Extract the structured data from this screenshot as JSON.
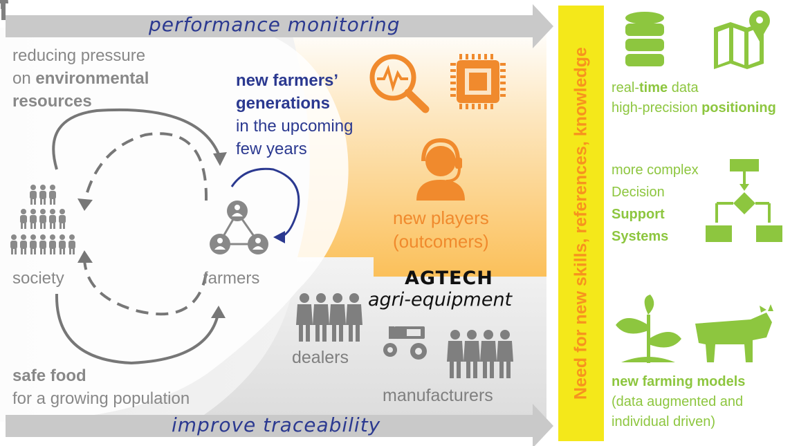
{
  "banners": {
    "top": "performance monitoring",
    "bottom": "improve traceability",
    "vertical": "Need for new skills, references, knowledge"
  },
  "left": {
    "pressure_line1": "reducing pressure",
    "pressure_line2_prefix": "on ",
    "pressure_line2_bold": "environmental",
    "pressure_line3_bold": "resources",
    "society": "society",
    "farmers": "farmers",
    "safe_food_bold": "safe food",
    "growing": "for a growing population"
  },
  "new_generations": {
    "line1": "new farmers’",
    "line2": "generations",
    "line3": "in the upcoming",
    "line4": "few years"
  },
  "middle": {
    "new_players_line1": "new players",
    "new_players_line2": "(outcomers)",
    "agtech": "AGTECH",
    "agri_equipment": "agri-equipment",
    "dealers": "dealers",
    "manufacturers": "manufacturers"
  },
  "right": {
    "realtime_prefix": "real-",
    "realtime_bold": "time",
    "realtime_suffix": " data",
    "positioning_prefix": "high-precision ",
    "positioning_bold": "positioning",
    "dss_line1": "more complex",
    "dss_line2": "Decision",
    "dss_line3": "Support",
    "dss_line4": "Systems",
    "models_bold": "new farming models",
    "models_line2": "(data augmented and",
    "models_line3": "individual driven)"
  },
  "colors": {
    "gray_text": "#888888",
    "navy": "#2b3990",
    "orange": "#f08a2d",
    "green": "#8dc63f",
    "yellow": "#f4e81a"
  }
}
